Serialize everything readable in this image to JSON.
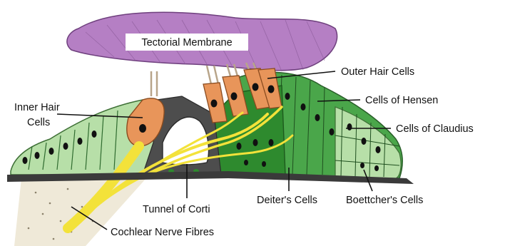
{
  "labels": {
    "tectorial_membrane": "Tectorial Membrane",
    "outer_hair_cells": "Outer Hair Cells",
    "inner_hair_cells_line1": "Inner Hair",
    "inner_hair_cells_line2": "Cells",
    "cells_of_hensen": "Cells of Hensen",
    "cells_of_claudius": "Cells of Claudius",
    "tunnel_of_corti": "Tunnel of Corti",
    "deiters_cells": "Deiter's Cells",
    "boettchers_cells": "Boettcher's Cells",
    "cochlear_nerve_fibres": "Cochlear Nerve Fibres"
  },
  "colors": {
    "tectorial_membrane": "#b57fc4",
    "light_green_cells": "#b7dfa8",
    "dark_green_cells": "#2e8a2e",
    "hair_cells": "#e8955a",
    "nerve_fibres": "#f3e23a",
    "basilar_membrane": "#3a3a3a",
    "nuclei": "#111111"
  }
}
